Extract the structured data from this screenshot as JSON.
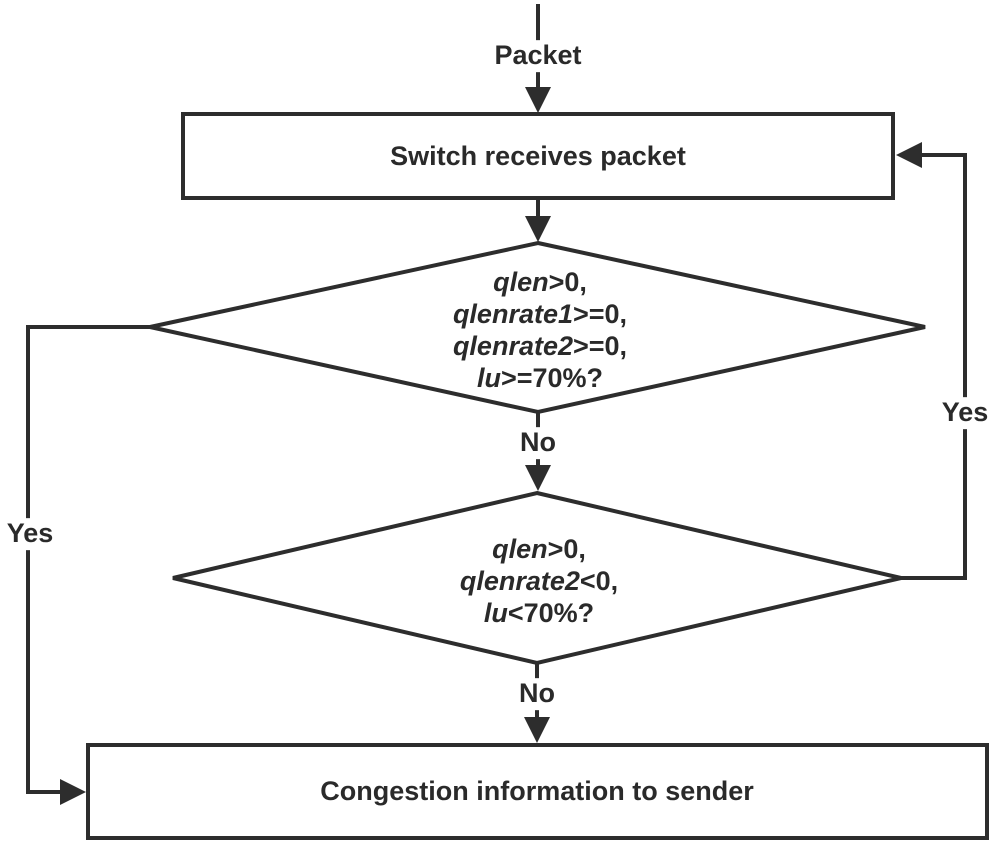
{
  "colors": {
    "line": "#2d2d2d",
    "text": "#2a2a2a",
    "background": "#ffffff"
  },
  "flowchart": {
    "start_label": "Packet",
    "process_box": {
      "label": "Switch receives packet"
    },
    "decision1": {
      "lines": [
        {
          "var": "qlen",
          "rest": ">0,"
        },
        {
          "var": "qlenrate1",
          "rest": ">=0,"
        },
        {
          "var": "qlenrate2",
          "rest": ">=0,"
        },
        {
          "var": "lu",
          "rest": ">=70%?"
        }
      ]
    },
    "decision2": {
      "lines": [
        {
          "var": "qlen",
          "rest": ">0,"
        },
        {
          "var": "qlenrate2",
          "rest": "<0,"
        },
        {
          "var": "lu",
          "rest": "<70%?"
        }
      ]
    },
    "end_box": {
      "label": "Congestion information to sender"
    },
    "edge_labels": {
      "decision1_no": "No",
      "decision1_yes": "Yes",
      "decision2_no": "No",
      "decision2_yes": "Yes"
    }
  }
}
